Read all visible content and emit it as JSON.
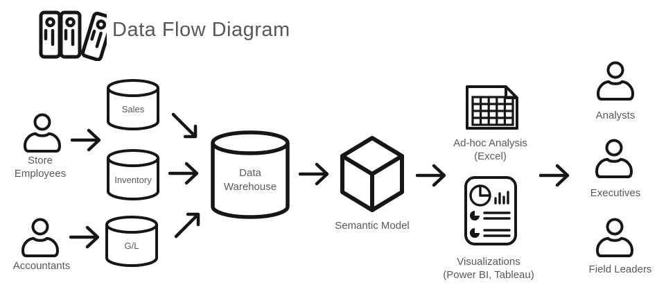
{
  "header": {
    "title": "Data Flow Diagram",
    "icon": "books-icon"
  },
  "colors": {
    "stroke": "#161616",
    "title_text": "#54575c",
    "label_text": "#57585b",
    "background": "#ffffff"
  },
  "actors": {
    "store_employees": {
      "icon": "person-icon",
      "line1": "Store",
      "line2": "Employees"
    },
    "accountants": {
      "icon": "person-icon",
      "label": "Accountants"
    }
  },
  "datastores": {
    "sales": "Sales",
    "inventory": "Inventory",
    "gl": "G/L",
    "warehouse_line1": "Data",
    "warehouse_line2": "Warehouse"
  },
  "model": {
    "icon": "cube-icon",
    "label": "Semantic Model"
  },
  "outputs": {
    "adhoc": {
      "icon": "spreadsheet-icon",
      "line1": "Ad-hoc Analysis",
      "line2": "(Excel)"
    },
    "visualizations": {
      "icon": "report-icon",
      "line1": "Visualizations",
      "line2": "(Power BI, Tableau)"
    }
  },
  "consumers": {
    "analysts": "Analysts",
    "executives": "Executives",
    "field_leaders": "Field Leaders"
  }
}
